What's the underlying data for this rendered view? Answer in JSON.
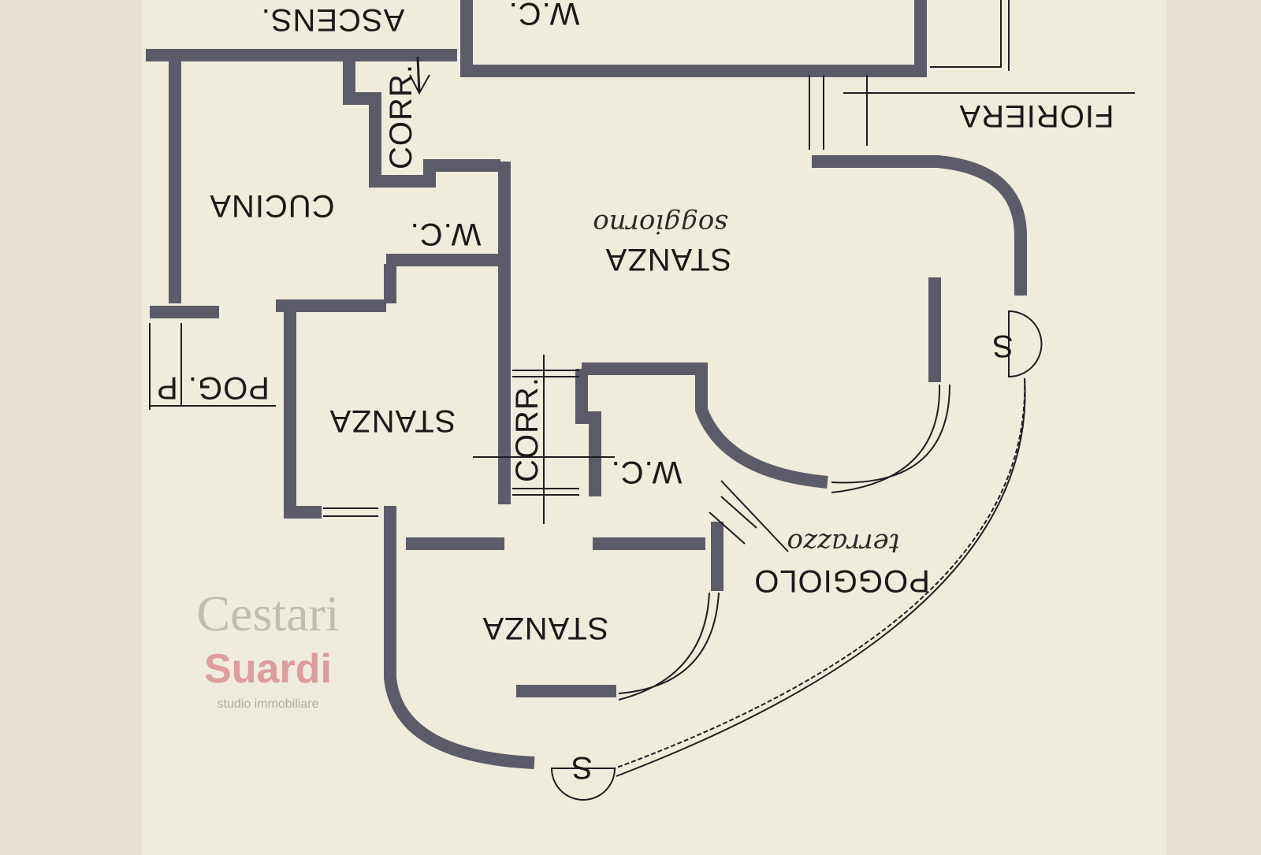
{
  "plan": {
    "orientation": "upside-down",
    "rooms": {
      "ascens": "ASCENS.",
      "wc_top": "W.C.",
      "corr_top": "CORR.",
      "fioriera": "FIORIERA",
      "cucina": "CUCINA",
      "wc_mid": "W.C.",
      "stanza_living": "STANZA",
      "soggiorno_note": "soggiorno",
      "pog": "POG. P",
      "stanza_mid": "STANZA",
      "corr_mid": "CORR.",
      "wc_low": "W.C.",
      "terrazzo_note": "terrazzo",
      "poggiolo": "POGGIOLO",
      "stanza_low": "STANZA",
      "s_right": "S",
      "s_bottom": "S"
    },
    "watermark": {
      "line1": "Cestari",
      "line2": "Suardi",
      "line3": "studio immobiliare"
    },
    "colors": {
      "paper": "#ede8d8",
      "wall": "#5c5b68",
      "line": "#1e1e22"
    }
  }
}
